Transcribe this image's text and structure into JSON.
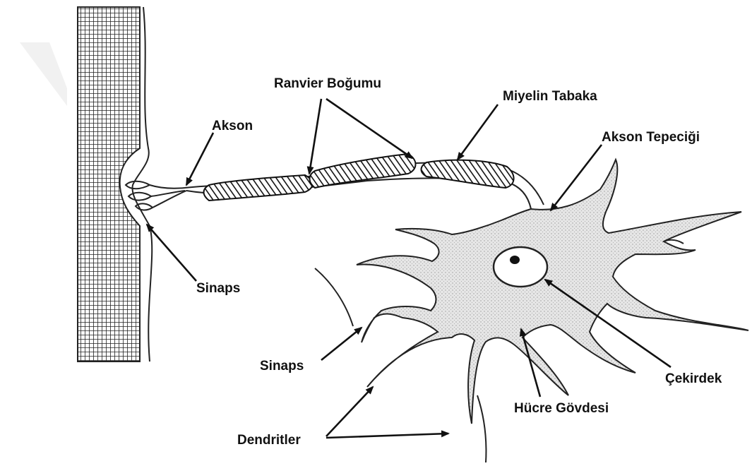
{
  "labels": {
    "ranvier": "Ranvier Boğumu",
    "miyelin": "Miyelin Tabaka",
    "akson": "Akson",
    "akson_tepecigi": "Akson Tepeciği",
    "sinaps_top": "Sinaps",
    "sinaps_bottom": "Sinaps",
    "cekirdek": "Çekirdek",
    "hucre_govdesi": "Hücre Gövdesi",
    "dendritler": "Dendritler"
  }
}
